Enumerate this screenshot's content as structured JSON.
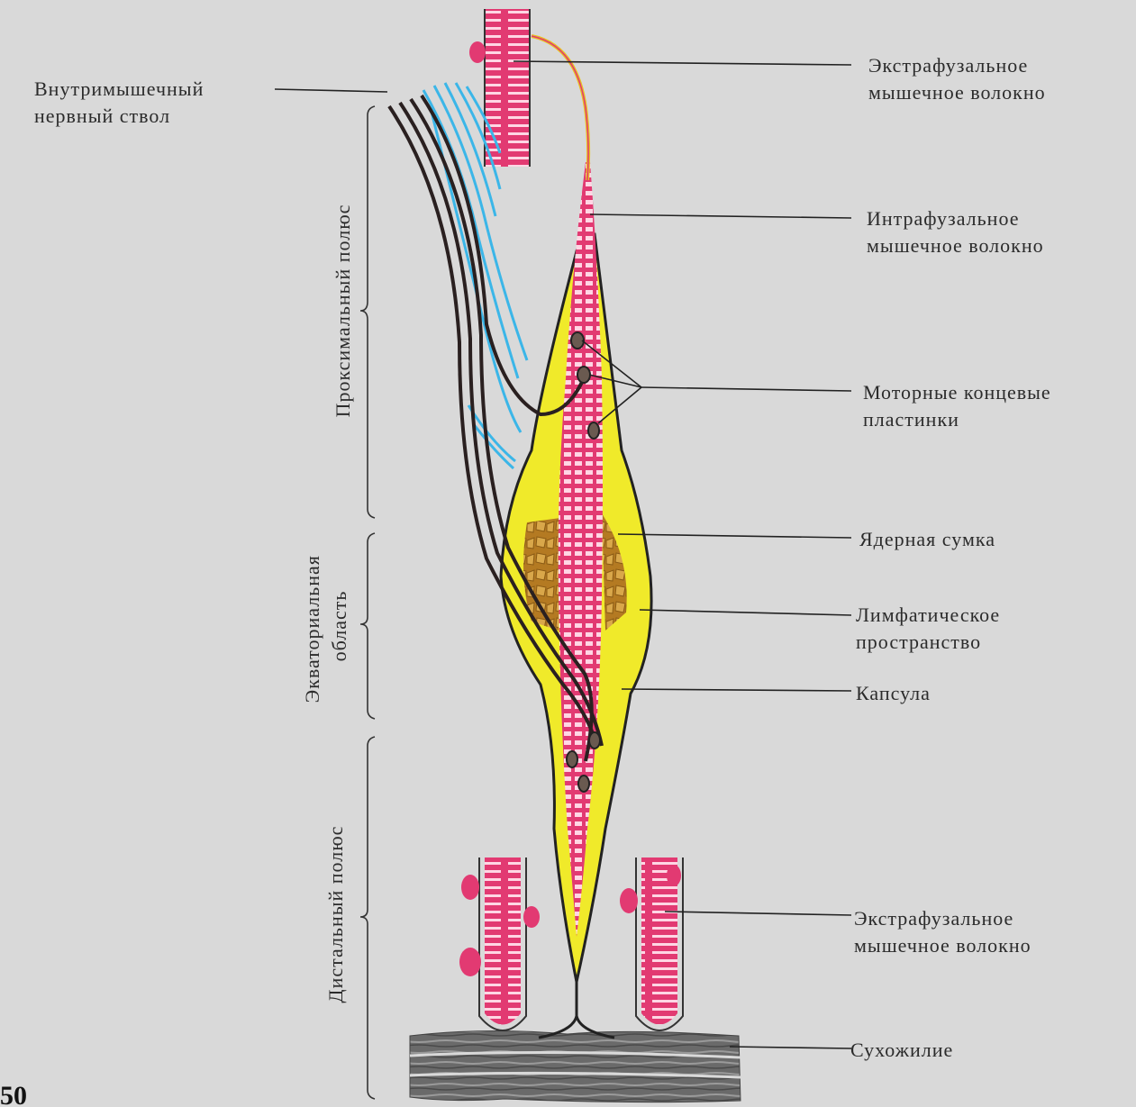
{
  "labels": {
    "intramuscular_nerve_trunk": [
      "Внутримышечный",
      "нервный ствол"
    ],
    "extrafusal_fiber_top": [
      "Экстрафузальное",
      "мышечное волокно"
    ],
    "intrafusal_fiber": [
      "Интрафузальное",
      "мышечное  волокно"
    ],
    "motor_end_plates": [
      "Моторные концевые",
      "пластинки"
    ],
    "nuclear_bag": "Ядерная сумка",
    "lymphatic_space": [
      "Лимфатическое",
      "пространство"
    ],
    "capsule": "Капсула",
    "extrafusal_fiber_bottom": [
      "Экстрафузальное",
      "мышечное волокно"
    ],
    "tendon": "Сухожилие"
  },
  "regions": {
    "proximal_pole": "Проксимальный полюс",
    "equatorial_region": [
      "Экваториальная",
      "область"
    ],
    "distal_pole": "Дистальный полюс"
  },
  "page_number": "50",
  "colors": {
    "background": "#d9d9d9",
    "muscle_fiber": "#e23a72",
    "striation": "#ffd6e4",
    "capsule_fill": "#f0ea2a",
    "nerve": "#2a2020",
    "sensory_nerve": "#3bb6e8",
    "nucleus": "#c8882c",
    "tendon": "#6a6a6a"
  }
}
